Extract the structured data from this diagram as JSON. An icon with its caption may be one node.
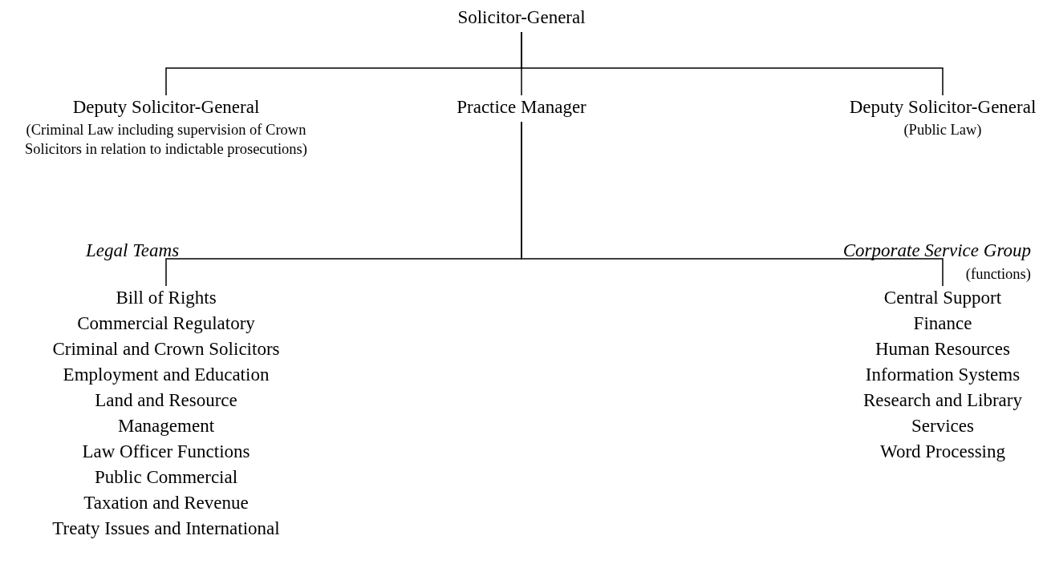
{
  "diagram": {
    "nodes": [
      {
        "text": [
          "Solicitor-General"
        ]
      },
      {
        "text": [
          "Deputy Solicitor-General",
          "(Criminal Law including supervision of Crown Solicitors in relation to indictable prosecutions)"
        ]
      },
      {
        "text": [
          "Practice Manager"
        ]
      },
      {
        "text": [
          "Deputy Solicitor-General",
          "(Public Law)"
        ]
      },
      {
        "text": [
          "Bill of Rights",
          "Commercial Regulatory",
          "Criminal and Crown Solicitors",
          "Employment and Education",
          "Land and Resource Management",
          "Law Officer Functions",
          "Public Commercial",
          "Taxation and Revenue",
          "Treaty Issues and International"
        ],
        "beside": [
          "Legal Teams"
        ]
      },
      {
        "text": [
          "Central Support",
          "Finance",
          "Human Resources",
          "Information Systems",
          "Research and Library Services",
          "Word Processing"
        ],
        "beside": [
          "Corporate Service Group",
          "(functions)"
        ]
      }
    ],
    "edges": [
      {
        "from": 0,
        "to": 1,
        "arrow": "none"
      },
      {
        "from": 0,
        "to": 2,
        "arrow": "none"
      },
      {
        "from": 0,
        "to": 3,
        "arrow": "none"
      },
      {
        "from": 2,
        "to": 4,
        "arrow": "none"
      },
      {
        "from": 2,
        "to": 5,
        "arrow": "none"
      }
    ]
  }
}
